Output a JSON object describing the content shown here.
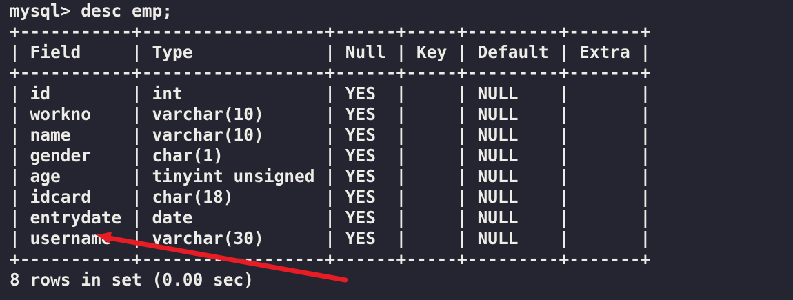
{
  "colors": {
    "background": "#252531",
    "text": "#edece6",
    "arrow": "#e81c24"
  },
  "glyphs": {
    "pipe": "|"
  },
  "command_line": "mysql> desc emp;",
  "table": {
    "border": "+-----------+------------------+------+-----+---------+-------+",
    "columns": [
      "Field",
      "Type",
      "Null",
      "Key",
      "Default",
      "Extra"
    ],
    "rows": [
      {
        "field": "id",
        "type": "int",
        "null": "YES",
        "key": "",
        "default": "NULL",
        "extra": ""
      },
      {
        "field": "workno",
        "type": "varchar(10)",
        "null": "YES",
        "key": "",
        "default": "NULL",
        "extra": ""
      },
      {
        "field": "name",
        "type": "varchar(10)",
        "null": "YES",
        "key": "",
        "default": "NULL",
        "extra": ""
      },
      {
        "field": "gender",
        "type": "char(1)",
        "null": "YES",
        "key": "",
        "default": "NULL",
        "extra": ""
      },
      {
        "field": "age",
        "type": "tinyint unsigned",
        "null": "YES",
        "key": "",
        "default": "NULL",
        "extra": ""
      },
      {
        "field": "idcard",
        "type": "char(18)",
        "null": "YES",
        "key": "",
        "default": "NULL",
        "extra": ""
      },
      {
        "field": "entrydate",
        "type": "date",
        "null": "YES",
        "key": "",
        "default": "NULL",
        "extra": ""
      },
      {
        "field": "username",
        "type": "varchar(30)",
        "null": "YES",
        "key": "",
        "default": "NULL",
        "extra": ""
      }
    ]
  },
  "footer": "8 rows in set (0.00 sec)"
}
